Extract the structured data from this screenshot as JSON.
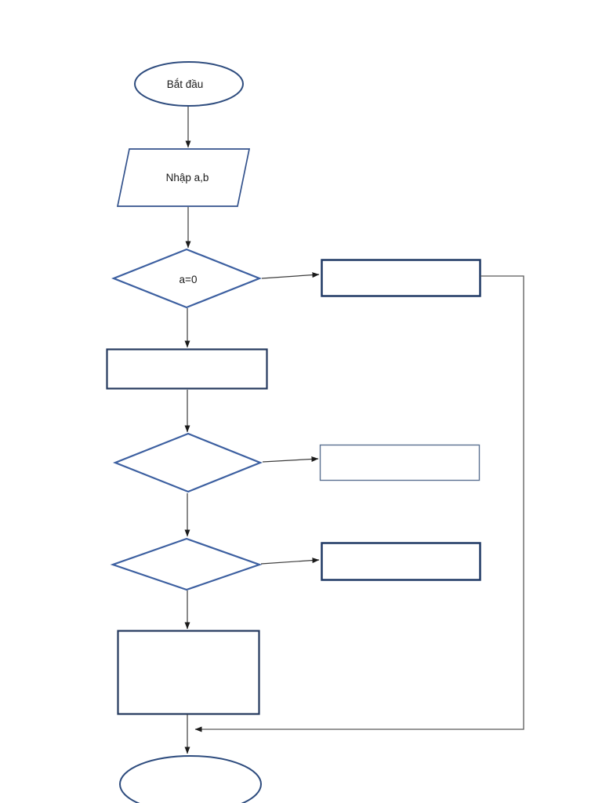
{
  "diagram": {
    "type": "flowchart",
    "language": "Vietnamese",
    "nodes": [
      {
        "id": "start",
        "shape": "terminator-ellipse",
        "label": "Bắt đầu"
      },
      {
        "id": "input-ab",
        "shape": "parallelogram",
        "label": "Nhập a,b"
      },
      {
        "id": "decision-a-eq-0",
        "shape": "diamond",
        "label": "a=0"
      },
      {
        "id": "process-branch-1",
        "shape": "rectangle",
        "label": ""
      },
      {
        "id": "process-main-1",
        "shape": "rectangle",
        "label": ""
      },
      {
        "id": "decision-2",
        "shape": "diamond",
        "label": ""
      },
      {
        "id": "process-branch-2",
        "shape": "rectangle",
        "label": ""
      },
      {
        "id": "decision-3",
        "shape": "diamond",
        "label": ""
      },
      {
        "id": "process-branch-3",
        "shape": "rectangle",
        "label": ""
      },
      {
        "id": "process-main-2",
        "shape": "rectangle",
        "label": ""
      },
      {
        "id": "end",
        "shape": "terminator-ellipse",
        "label": ""
      }
    ],
    "edges": [
      {
        "from": "start",
        "to": "input-ab",
        "direction": "down"
      },
      {
        "from": "input-ab",
        "to": "decision-a-eq-0",
        "direction": "down"
      },
      {
        "from": "decision-a-eq-0",
        "to": "process-branch-1",
        "direction": "right"
      },
      {
        "from": "decision-a-eq-0",
        "to": "process-main-1",
        "direction": "down"
      },
      {
        "from": "process-main-1",
        "to": "decision-2",
        "direction": "down"
      },
      {
        "from": "decision-2",
        "to": "process-branch-2",
        "direction": "right"
      },
      {
        "from": "decision-2",
        "to": "decision-3",
        "direction": "down"
      },
      {
        "from": "decision-3",
        "to": "process-branch-3",
        "direction": "right"
      },
      {
        "from": "decision-3",
        "to": "process-main-2",
        "direction": "down"
      },
      {
        "from": "process-main-2",
        "to": "end",
        "direction": "down"
      },
      {
        "from": "process-branch-1",
        "to": "end",
        "direction": "right-side-loop-down"
      }
    ],
    "colors": {
      "terminator_outline": "#2e4c7e",
      "diamond_outline": "#3c5fa0",
      "process_outline_dark": "#1f3864",
      "process_outline_medium": "#24395e",
      "process_outline_light": "#5b7191",
      "connector": "#3d3d3d",
      "feedback_line": "#595959",
      "text": "#1a1a1a",
      "background": "#ffffff"
    }
  }
}
